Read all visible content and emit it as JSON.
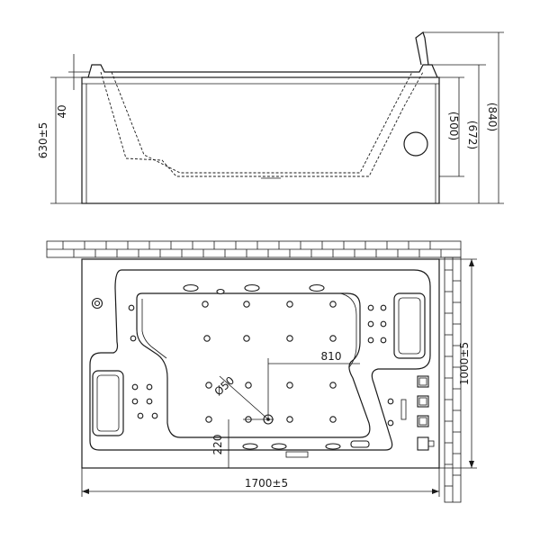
{
  "side_view": {
    "dim_height_total": "630±5",
    "dim_rim": "40",
    "dim_water_level": "(500)",
    "dim_inner_height": "(672)",
    "dim_overall_height": "(840)"
  },
  "top_view": {
    "dim_length": "1700±5",
    "dim_width": "1000±5",
    "dim_offset": "810",
    "dim_diameter": "Ø50",
    "dim_drain": "220"
  }
}
